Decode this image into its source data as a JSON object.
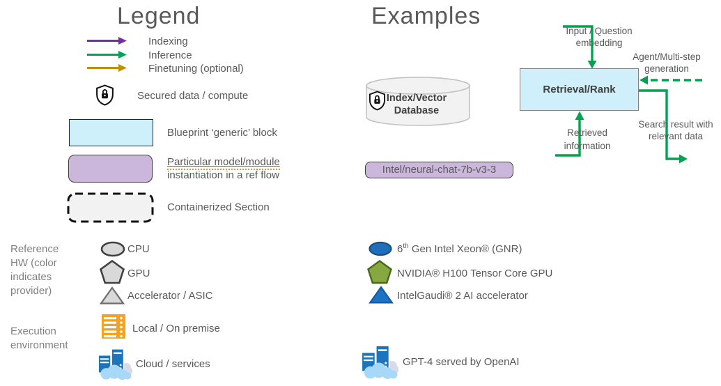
{
  "legend": {
    "title": "Legend",
    "arrows": [
      {
        "label": "Indexing",
        "color": "#7030A0"
      },
      {
        "label": "Inference",
        "color": "#00A44F"
      },
      {
        "label": "Finetuning (optional)",
        "color": "#BF9000"
      }
    ],
    "secured": {
      "label": "Secured data / compute"
    },
    "blueprint": {
      "label": "Blueprint ‘generic’ block",
      "fill": "#CDF0FA"
    },
    "model": {
      "label_line1": "Particular model/module",
      "label_line2": "instantiation in a ref flow",
      "fill": "#CBB7DC"
    },
    "container": {
      "label": "Containerized Section",
      "fill": "#F2F2F2"
    },
    "reference_hw": {
      "caption": "Reference HW (color indicates provider)",
      "items": [
        {
          "shape": "ellipse",
          "label": "CPU"
        },
        {
          "shape": "pentagon",
          "label": "GPU"
        },
        {
          "shape": "triangle",
          "label": "Accelerator / ASIC"
        }
      ]
    },
    "execution": {
      "caption": "Execution environment",
      "items": [
        {
          "icon": "local-server-icon",
          "label": "Local / On premise"
        },
        {
          "icon": "cloud-services-icon",
          "label": "Cloud / services"
        }
      ]
    }
  },
  "examples": {
    "title": "Examples",
    "database": {
      "line1": "Index/Vector",
      "line2": "Database"
    },
    "model_chip": {
      "label": "Intel/neural-chat-7b-v3-3"
    },
    "flow": {
      "box_label": "Retrieval/Rank",
      "input_line1": "Input / Question",
      "input_line2": "embedding",
      "agent_line1": "Agent/Multi-step",
      "agent_line2": "generation",
      "retrieved_line1": "Retrieved",
      "retrieved_line2": "information",
      "search_line1": "Search result with",
      "search_line2": "relevant data"
    },
    "hardware": [
      {
        "shape": "ellipse",
        "label_pre": "6",
        "label_sup": "th",
        "label_post": " Gen Intel Xeon® (GNR)",
        "fill": "#1E6FB9"
      },
      {
        "shape": "pentagon",
        "label": "NVIDIA® H100 Tensor Core GPU",
        "fill": "#86A840"
      },
      {
        "shape": "triangle",
        "label": "IntelGaudi® 2 AI accelerator",
        "fill": "#1C72C4"
      }
    ],
    "cloud_service": {
      "label": "GPT-4 served by OpenAI"
    }
  },
  "colors": {
    "flow_green": "#00A44F",
    "indexing_purple": "#7030A0",
    "finetuning_gold": "#BF9000",
    "generic_block_fill": "#CDF0FA",
    "model_block_fill": "#CBB7DC",
    "container_fill": "#F2F2F2",
    "hw_gray_fill": "#D9D9D9",
    "intel_blue": "#1E6FB9",
    "nvidia_green": "#86A840",
    "gaudi_blue": "#1C72C4",
    "onprem_orange": "#F7A11C",
    "cloud_server_blue": "#1B75BC",
    "text_gray": "#595959"
  }
}
